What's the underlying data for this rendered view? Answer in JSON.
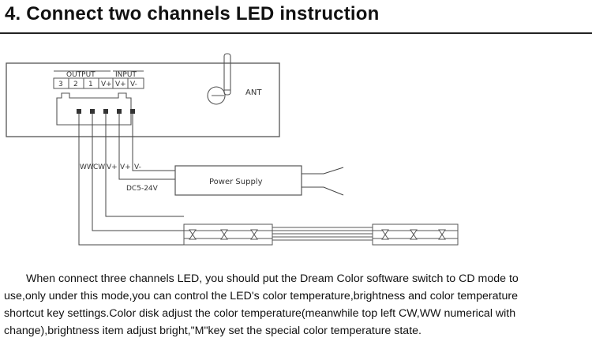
{
  "title": "4. Connect two channels LED instruction",
  "controller": {
    "output_label": "OUTPUT",
    "input_label": "INPUT",
    "terminals": [
      "3",
      "2",
      "1",
      "V+",
      "V+",
      "V-"
    ],
    "antenna_label": "ANT"
  },
  "wires": {
    "labels": [
      "WW",
      "CW",
      "V+",
      "V+",
      "V-"
    ]
  },
  "power_supply": {
    "label": "Power Supply",
    "voltage": "DC5-24V"
  },
  "description_lines": [
    "When connect three channels LED, you should put the Dream Color software switch to CD mode to",
    "use,only under this mode,you can control the LED's color temperature,brightness and color temperature",
    "shortcut key settings.Color disk adjust the color temperature(meanwhile top left CW,WW numerical with",
    "change),brightness item adjust bright,\"M\"key set the special color temperature state."
  ]
}
